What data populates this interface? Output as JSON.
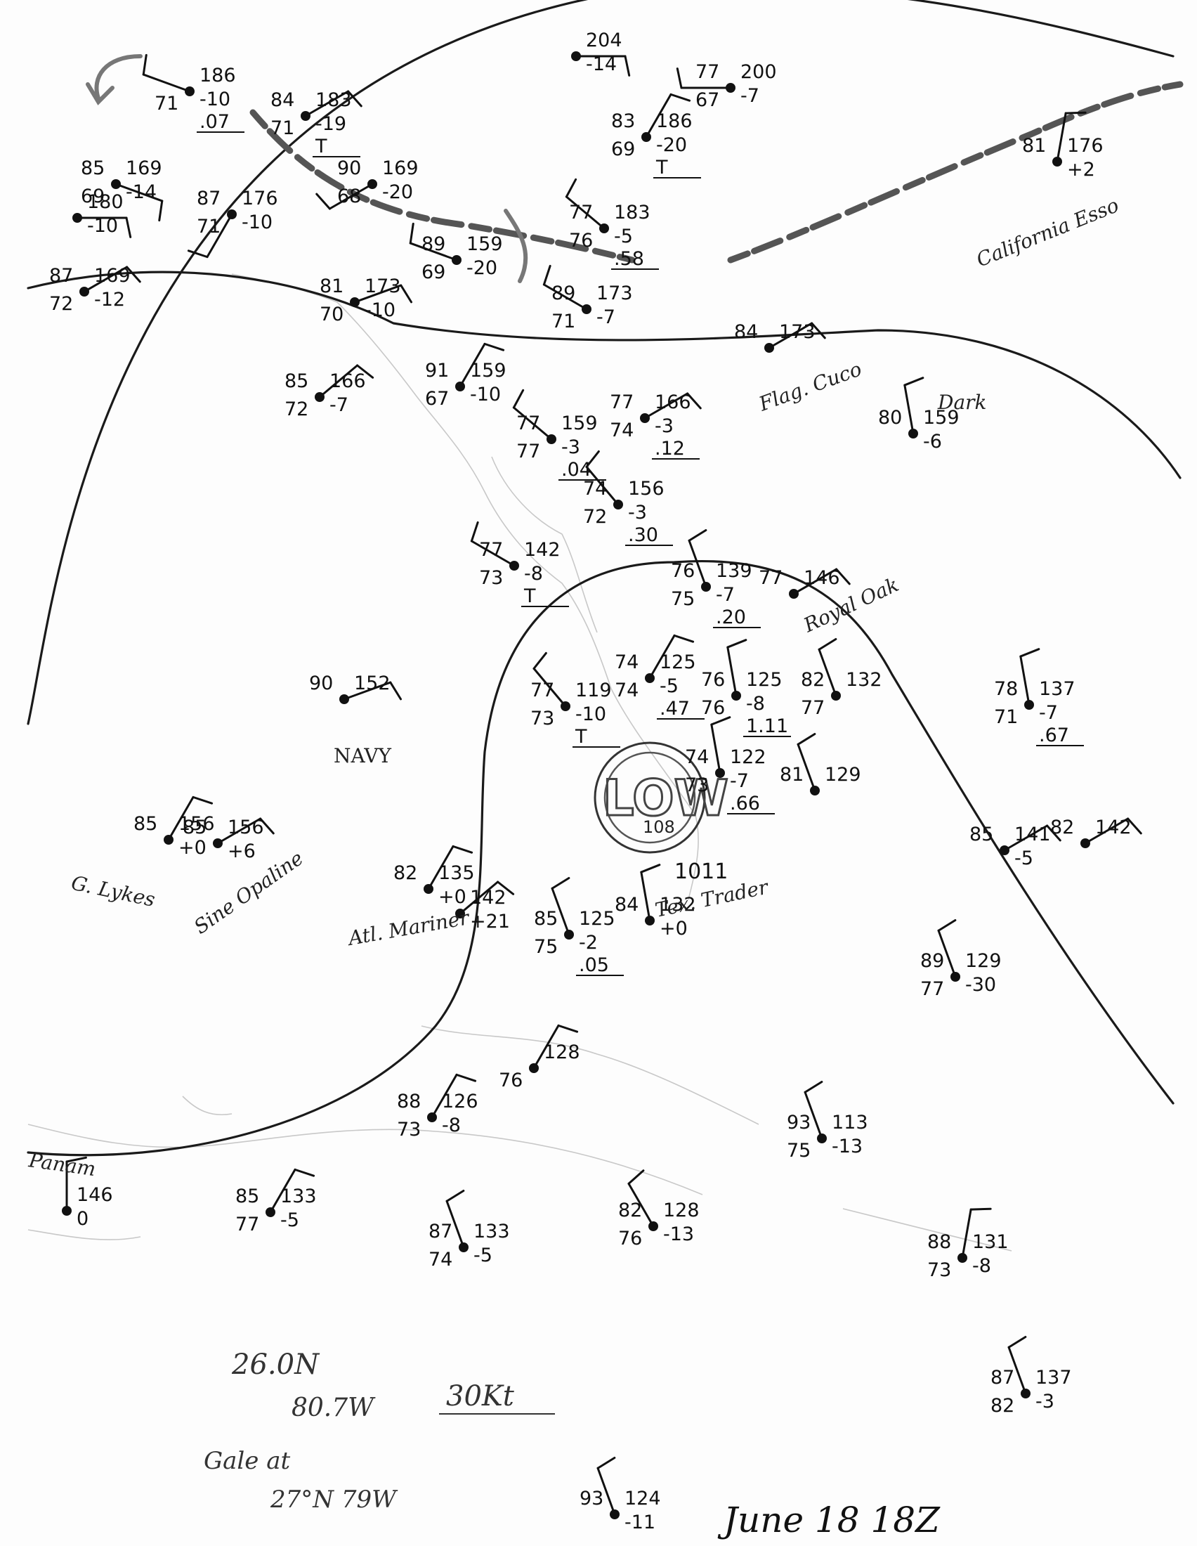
{
  "chart_title": "June 18 18Z",
  "pressure_center": {
    "label": "LOW",
    "value": "1011",
    "sub": "108"
  },
  "notes": {
    "position_lat": "26.0N",
    "position_lon": "80.7W",
    "wind": "30Kt",
    "gale_line1": "Gale at",
    "gale_line2": "27°N 79W"
  },
  "ship_labels": [
    {
      "id": "california-esso",
      "text": "California Esso"
    },
    {
      "id": "flag-cuco",
      "text": "Flag. Cuco"
    },
    {
      "id": "dark",
      "text": "Dark"
    },
    {
      "id": "royal-oak",
      "text": "Royal Oak"
    },
    {
      "id": "navy",
      "text": "NAVY"
    },
    {
      "id": "tex-trader",
      "text": "Tex. Trader"
    },
    {
      "id": "atl-mariner",
      "text": "Atl. Mariner"
    },
    {
      "id": "sine-opaline",
      "text": "Sine Opaline"
    },
    {
      "id": "g-lykes",
      "text": "G. Lykes"
    },
    {
      "id": "panama",
      "text": "Panam"
    }
  ],
  "stations": [
    {
      "temp": "",
      "dew": "71",
      "press": "186",
      "tend": "-10",
      "precip": ".07"
    },
    {
      "temp": "84",
      "dew": "71",
      "press": "183",
      "tend": "-19",
      "precip": "T"
    },
    {
      "temp": "85",
      "dew": "69",
      "press": "169",
      "tend": "-14",
      "precip": ""
    },
    {
      "temp": "87",
      "dew": "71",
      "press": "176",
      "tend": "-10",
      "precip": ""
    },
    {
      "temp": "90",
      "dew": "68",
      "press": "169",
      "tend": "-20",
      "precip": ""
    },
    {
      "temp": "",
      "dew": "",
      "press": "180",
      "tend": "-10",
      "precip": ""
    },
    {
      "temp": "89",
      "dew": "69",
      "press": "159",
      "tend": "-20",
      "precip": ""
    },
    {
      "temp": "",
      "dew": "",
      "press": "204",
      "tend": "-14",
      "precip": ""
    },
    {
      "temp": "77",
      "dew": "67",
      "press": "200",
      "tend": "-7",
      "precip": ""
    },
    {
      "temp": "83",
      "dew": "69",
      "press": "186",
      "tend": "-20",
      "precip": "T"
    },
    {
      "temp": "77",
      "dew": "76",
      "press": "183",
      "tend": "-5",
      "precip": ".58"
    },
    {
      "temp": "87",
      "dew": "72",
      "press": "169",
      "tend": "-12",
      "precip": ""
    },
    {
      "temp": "81",
      "dew": "70",
      "press": "173",
      "tend": "-10",
      "precip": ""
    },
    {
      "temp": "89",
      "dew": "71",
      "press": "173",
      "tend": "-7",
      "precip": ""
    },
    {
      "temp": "84",
      "dew": "",
      "press": "173",
      "tend": "",
      "precip": ""
    },
    {
      "temp": "85",
      "dew": "72",
      "press": "166",
      "tend": "-7",
      "precip": ""
    },
    {
      "temp": "91",
      "dew": "67",
      "press": "159",
      "tend": "-10",
      "precip": ""
    },
    {
      "temp": "77",
      "dew": "74",
      "press": "166",
      "tend": "-3",
      "precip": ".12"
    },
    {
      "temp": "77",
      "dew": "77",
      "press": "159",
      "tend": "-3",
      "precip": ".04"
    },
    {
      "temp": "74",
      "dew": "72",
      "press": "156",
      "tend": "-3",
      "precip": ".30"
    },
    {
      "temp": "80",
      "dew": "",
      "press": "159",
      "tend": "-6",
      "precip": ""
    },
    {
      "temp": "77",
      "dew": "73",
      "press": "142",
      "tend": "-8",
      "precip": "T"
    },
    {
      "temp": "76",
      "dew": "75",
      "press": "139",
      "tend": "-7",
      "precip": ".20"
    },
    {
      "temp": "77",
      "dew": "",
      "press": "146",
      "tend": "",
      "precip": ""
    },
    {
      "temp": "90",
      "dew": "",
      "press": "152",
      "tend": "",
      "precip": ""
    },
    {
      "temp": "77",
      "dew": "73",
      "press": "119",
      "tend": "-10",
      "precip": "T"
    },
    {
      "temp": "74",
      "dew": "74",
      "press": "125",
      "tend": "-5",
      "precip": ".47"
    },
    {
      "temp": "76",
      "dew": "76",
      "press": "125",
      "tend": "-8",
      "precip": "1.11"
    },
    {
      "temp": "82",
      "dew": "77",
      "press": "132",
      "tend": "",
      "precip": ""
    },
    {
      "temp": "78",
      "dew": "71",
      "press": "137",
      "tend": "-7",
      "precip": ".67"
    },
    {
      "temp": "74",
      "dew": "73",
      "press": "122",
      "tend": "-7",
      "precip": ".66"
    },
    {
      "temp": "81",
      "dew": "",
      "press": "129",
      "tend": "",
      "precip": ""
    },
    {
      "temp": "85",
      "dew": "",
      "press": "141",
      "tend": "-5",
      "precip": ""
    },
    {
      "temp": "82",
      "dew": "",
      "press": "142",
      "tend": "",
      "precip": ""
    },
    {
      "temp": "85",
      "dew": "",
      "press": "156",
      "tend": "+0",
      "precip": ""
    },
    {
      "temp": "85",
      "dew": "",
      "press": "156",
      "tend": "+6",
      "precip": ""
    },
    {
      "temp": "82",
      "dew": "",
      "press": "135",
      "tend": "+0",
      "precip": ""
    },
    {
      "temp": "",
      "dew": "",
      "press": "142",
      "tend": "+21",
      "precip": ""
    },
    {
      "temp": "85",
      "dew": "75",
      "press": "125",
      "tend": "-2",
      "precip": ".05"
    },
    {
      "temp": "84",
      "dew": "",
      "press": "132",
      "tend": "+0",
      "precip": ""
    },
    {
      "temp": "89",
      "dew": "77",
      "press": "129",
      "tend": "-30",
      "precip": ""
    },
    {
      "temp": "",
      "dew": "76",
      "press": "128",
      "tend": "",
      "precip": ""
    },
    {
      "temp": "88",
      "dew": "73",
      "press": "126",
      "tend": "-8",
      "precip": ""
    },
    {
      "temp": "93",
      "dew": "75",
      "press": "113",
      "tend": "-13",
      "precip": ""
    },
    {
      "temp": "",
      "dew": "",
      "press": "146",
      "tend": "0",
      "precip": ""
    },
    {
      "temp": "85",
      "dew": "77",
      "press": "133",
      "tend": "-5",
      "precip": ""
    },
    {
      "temp": "87",
      "dew": "74",
      "press": "133",
      "tend": "-5",
      "precip": ""
    },
    {
      "temp": "82",
      "dew": "76",
      "press": "128",
      "tend": "-13",
      "precip": ""
    },
    {
      "temp": "88",
      "dew": "73",
      "press": "131",
      "tend": "-8",
      "precip": ""
    },
    {
      "temp": "87",
      "dew": "82",
      "press": "137",
      "tend": "-3",
      "precip": ""
    },
    {
      "temp": "93",
      "dew": "",
      "press": "124",
      "tend": "-11",
      "precip": ""
    },
    {
      "temp": "81",
      "dew": "",
      "press": "176",
      "tend": "+2",
      "precip": ""
    }
  ],
  "colors": {
    "ink": "#111111",
    "basemap": "#c8c8c8",
    "paper": "#fdfdfd"
  }
}
